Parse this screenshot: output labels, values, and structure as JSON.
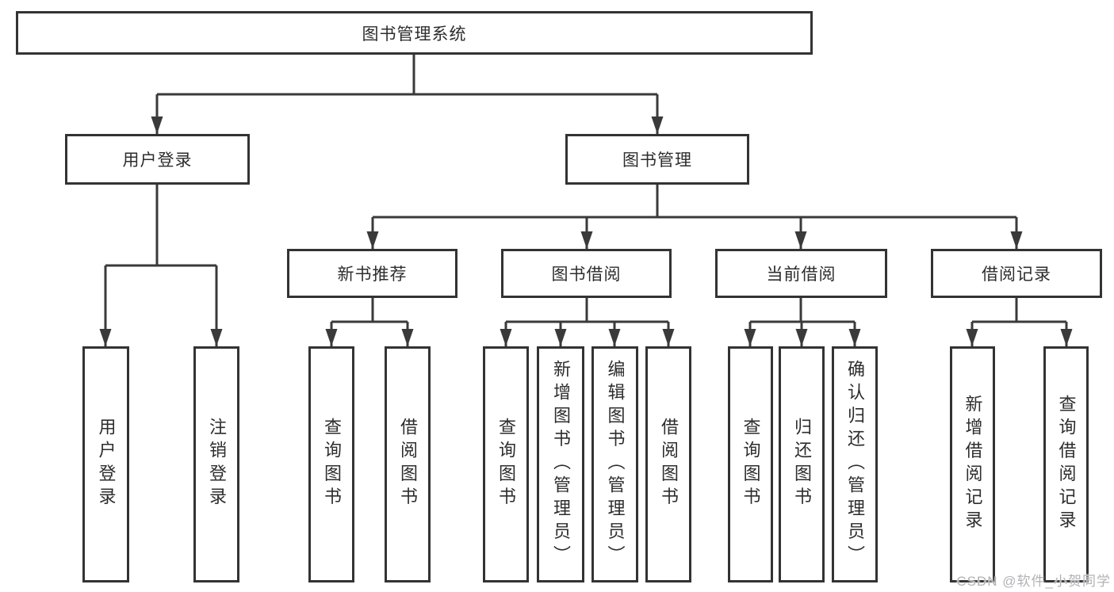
{
  "diagram": {
    "title": "图书管理系统",
    "watermark": "CSDN @软件_小贺同学",
    "colors": {
      "line": "#3a3a3a",
      "box_border": "#333333",
      "box_fill": "#ffffff",
      "text": "#2d2d2d",
      "watermark": "#b2b2b6"
    },
    "nodes": {
      "root": {
        "label": "图书管理系统"
      },
      "login": {
        "label": "用户登录"
      },
      "book_mgmt": {
        "label": "图书管理"
      },
      "new_book": {
        "label": "新书推荐"
      },
      "book_borrow": {
        "label": "图书借阅"
      },
      "current_borrow": {
        "label": "当前借阅"
      },
      "borrow_records": {
        "label": "借阅记录"
      },
      "user_login": {
        "label": "用户登录"
      },
      "logout": {
        "label": "注销登录"
      },
      "nb_query": {
        "label": "查询图书"
      },
      "nb_borrow": {
        "label": "借阅图书"
      },
      "bb_query": {
        "label": "查询图书"
      },
      "bb_add": {
        "label": "新增图书（管理员）"
      },
      "bb_edit": {
        "label": "编辑图书（管理员）"
      },
      "bb_borrow": {
        "label": "借阅图书"
      },
      "cb_query": {
        "label": "查询图书"
      },
      "cb_return": {
        "label": "归还图书"
      },
      "cb_confirm": {
        "label": "确认归还（管理员）"
      },
      "br_add": {
        "label": "新增借阅记录"
      },
      "br_query": {
        "label": "查询借阅记录"
      }
    },
    "structure": [
      {
        "parent": "root",
        "children": [
          "login",
          "book_mgmt"
        ]
      },
      {
        "parent": "login",
        "children": [
          "user_login",
          "logout"
        ]
      },
      {
        "parent": "book_mgmt",
        "children": [
          "new_book",
          "book_borrow",
          "current_borrow",
          "borrow_records"
        ]
      },
      {
        "parent": "new_book",
        "children": [
          "nb_query",
          "nb_borrow"
        ]
      },
      {
        "parent": "book_borrow",
        "children": [
          "bb_query",
          "bb_add",
          "bb_edit",
          "bb_borrow"
        ]
      },
      {
        "parent": "current_borrow",
        "children": [
          "cb_query",
          "cb_return",
          "cb_confirm"
        ]
      },
      {
        "parent": "borrow_records",
        "children": [
          "br_add",
          "br_query"
        ]
      }
    ]
  }
}
